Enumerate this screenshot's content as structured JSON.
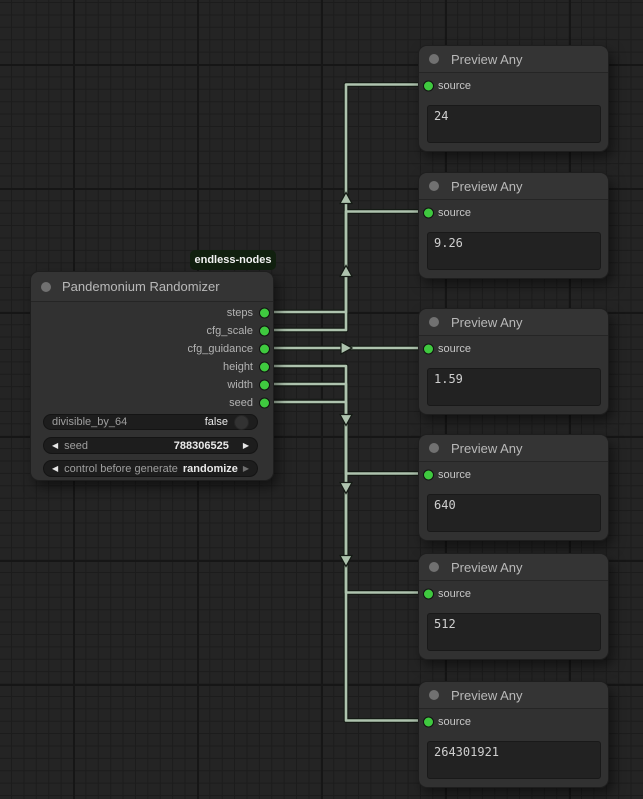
{
  "badge": {
    "label": "endless-nodes"
  },
  "main_node": {
    "title": "Pandemonium Randomizer",
    "outputs": [
      "steps",
      "cfg_scale",
      "cfg_guidance",
      "height",
      "width",
      "seed"
    ],
    "widgets": [
      {
        "label": "divisible_by_64",
        "value": "false"
      },
      {
        "label": "seed",
        "value": "788306525"
      },
      {
        "label": "control before generate",
        "value": "randomize"
      }
    ]
  },
  "preview_nodes": [
    {
      "title": "Preview Any",
      "input": "source",
      "value": "24"
    },
    {
      "title": "Preview Any",
      "input": "source",
      "value": "9.26"
    },
    {
      "title": "Preview Any",
      "input": "source",
      "value": "1.59"
    },
    {
      "title": "Preview Any",
      "input": "source",
      "value": "640"
    },
    {
      "title": "Preview Any",
      "input": "source",
      "value": "512"
    },
    {
      "title": "Preview Any",
      "input": "source",
      "value": "264301921"
    }
  ],
  "icons": {
    "left_arrow": "◀",
    "right_arrow": "▶"
  },
  "colors": {
    "link": "#aec3ae",
    "port": "#3fc93f",
    "node_body": "#313131",
    "node_header": "#343434",
    "canvas": "#242424",
    "badge_bg": "#11200f"
  }
}
